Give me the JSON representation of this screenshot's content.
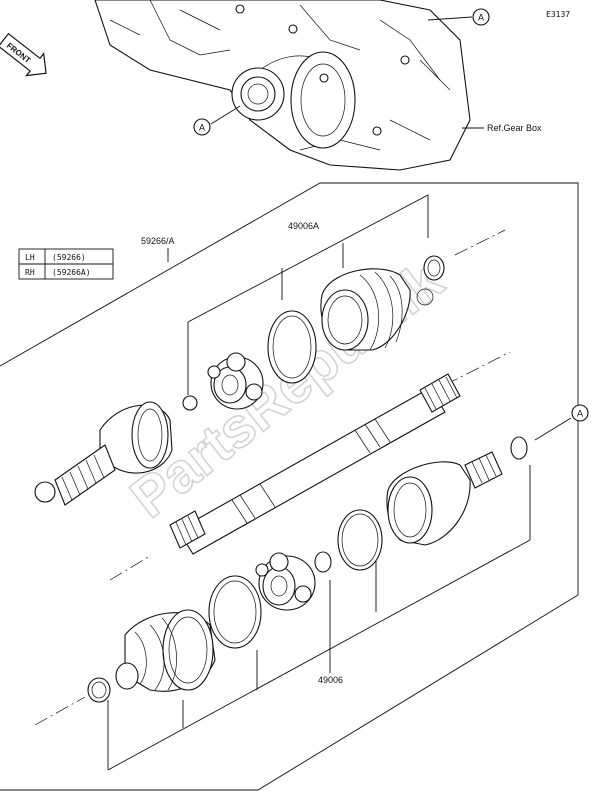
{
  "diagram_code": "E3137",
  "front_label": "FRONT",
  "ref_note": "Ref.Gear Box",
  "callout_letter": "A",
  "legend": [
    {
      "side": "LH",
      "part": "(59266)"
    },
    {
      "side": "RH",
      "part": "(59266A)"
    }
  ],
  "part_numbers": {
    "shaft_assy": "59266/A",
    "boot_kit_inner": "49006A",
    "boot_kit_outer": "49006"
  },
  "watermark": "PartsRepublik",
  "colors": {
    "line": "#111111",
    "watermark": "#c9c9c9"
  }
}
